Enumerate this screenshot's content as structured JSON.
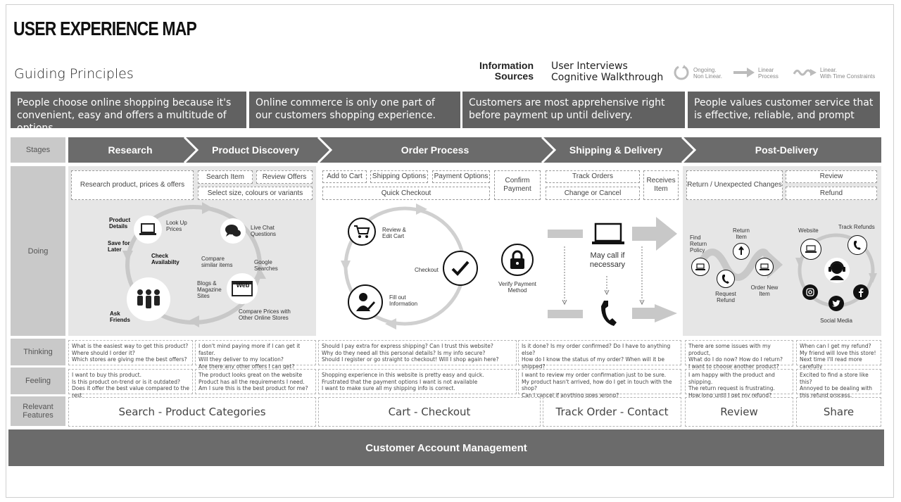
{
  "title": "USER EXPERIENCE MAP",
  "guiding_principles_label": "Guiding Principles",
  "information_sources": {
    "label_line1": "Information",
    "label_line2": "Sources",
    "values": [
      "User Interviews",
      "Cognitive Walkthrough"
    ]
  },
  "legend": [
    {
      "icon": "ongoing-loop-icon",
      "line1": "Ongoing.",
      "line2": "Non Linear."
    },
    {
      "icon": "linear-arrow-icon",
      "line1": "Linear",
      "line2": "Process"
    },
    {
      "icon": "wavy-arrow-icon",
      "line1": "Linear.",
      "line2": "With Time Constraints"
    }
  ],
  "principles": [
    "People choose online shopping because it's convenient, easy and offers a multitude of options",
    "Online commerce is only one part of our customers shopping experience.",
    "Customers are most apprehensive right before payment up until delivery.",
    "People values customer service that is effective, reliable, and prompt"
  ],
  "row_labels": {
    "stages": "Stages",
    "doing": "Doing",
    "thinking": "Thinking",
    "feeling": "Feeling",
    "features_line1": "Relevant",
    "features_line2": "Features"
  },
  "stages": [
    "Research",
    "Product Discovery",
    "Order Process",
    "Shipping & Delivery",
    "Post-Delivery"
  ],
  "doing_boxes": {
    "research": "Research product, prices & offers",
    "search_item": "Search Item",
    "review_offers": "Review Offers",
    "select_variants": "Select size, colours or variants",
    "add_to_cart": "Add to Cart",
    "shipping_options": "Shipping Options",
    "payment_options": "Payment Options",
    "quick_checkout": "Quick Checkout",
    "confirm_payment": "Confirm Payment",
    "track_orders": "Track Orders",
    "change_cancel": "Change or Cancel",
    "receives_item": "Receives Item",
    "return_changes": "Return / Unexpected Changes",
    "review": "Review",
    "refund": "Refund"
  },
  "research_diagram": {
    "product_details": "Product Details",
    "save_for_later": "Save for Later",
    "look_up_prices": "Look Up Prices",
    "check_availability": "Check Availabilty",
    "live_chat": "Live Chat Questions",
    "compare_similar": "Compare similar items",
    "google_searches": "Google Searches",
    "blogs": "Blogs & Magazine Sites",
    "web": "Web",
    "ask_friends": "Ask Friends",
    "compare_prices": "Compare Prices with Other Online Stores"
  },
  "order_diagram": {
    "review_edit": "Review & Edit Cart",
    "checkout": "Checkout",
    "fill_out": "Fill out Information",
    "verify_payment": "Verify Payment Method"
  },
  "shipping_diagram": {
    "may_call": "May call if necessary"
  },
  "post_diagram": {
    "find_policy": "Find Return Policy",
    "return_item": "Return Item",
    "request_refund": "Request Refund",
    "order_new": "Order New Item",
    "website": "Website",
    "track_refunds": "Track Refunds",
    "social_media": "Social Media"
  },
  "thinking": [
    "What is the easiest way to get this product?\nWhere should I order it?\nWhich stores are giving me the best offers?",
    "I don't mind paying more if I can get it faster.\nWill they deliver to my location?\nAre there any other offers I can get?",
    "Should I pay extra for express shipping? Can I trust this website?\nWhy do they need all this personal details? Is my info secure?\nShould I register or go straight to checkout! Will I shop again here?",
    "Is it done? Is my order confirmed? Do I have to anything else?\nHow do I know the status of my order? When will it be shipped?\nWill it arrive on time? What will I do if it doesn't?",
    "There are some issues with my product,\nWhat do I do now? How do I return?\nI want to choose another product? How?",
    "When can I get my refund?\nMy friend will love this store!\nNext time I'll read more carefully"
  ],
  "feeling": [
    "I want to buy this product.\nIs this product on-trend or is it outdated?\nDoes it offer the best value compared to the rest",
    "The product looks great on the website\nProduct has all the requirements I need.\nAm I sure this is the best product for me?",
    "Shopping experience in this website is pretty easy and quick.\nFrustrated that the payment options I want is not available\nI want to make sure all my shipping info is correct.",
    "I want to review my order confirmation just to be sure.\nMy product hasn't arrived, how do I get in touch with the shop?\nCan I cancel if anything goes wrong?",
    "I am happy with the product and shipping.\nThe return request is frustrating.\nHow long until I get my refund?",
    "Excited to find a store like this?\nAnnoyed to be dealing with this refund process."
  ],
  "features": [
    "Search - Product Categories",
    "Cart - Checkout",
    "Track Order - Contact",
    "Review",
    "Share"
  ],
  "customer_account": "Customer Account Management",
  "colors": {
    "dark": "#616161",
    "stage": "#6b6b6b",
    "label": "#c9c9c9",
    "panel": "#e6e6e6",
    "loop": "#c8c8c8"
  }
}
